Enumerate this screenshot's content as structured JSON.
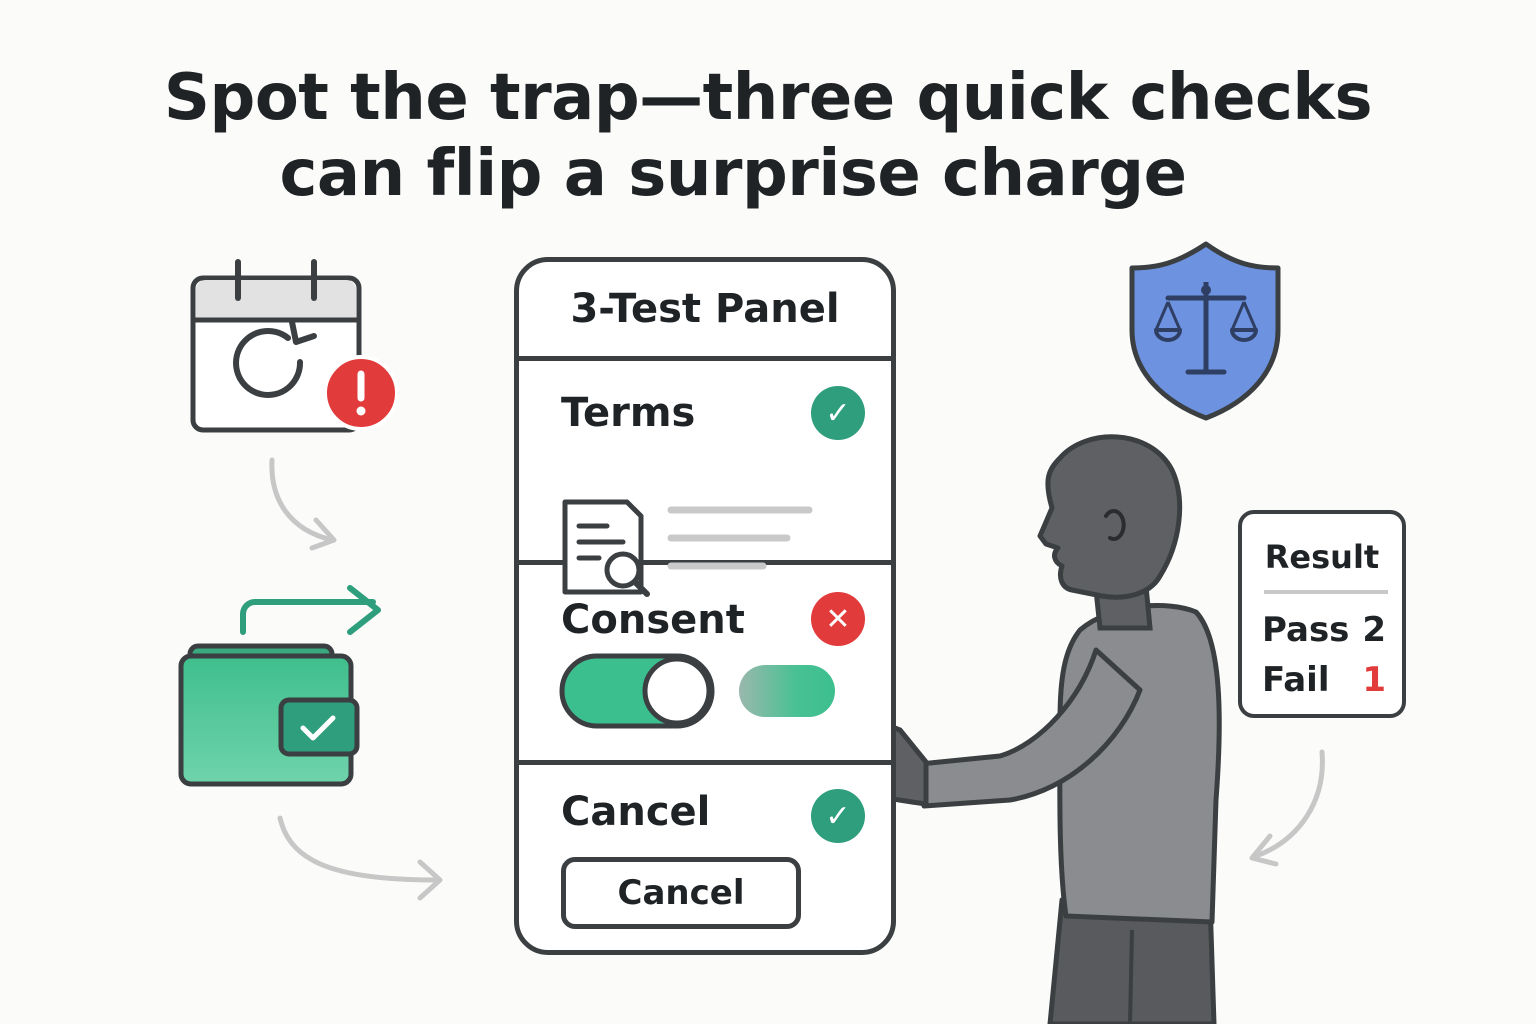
{
  "title": {
    "line1": "Spot the trap—three quick checks",
    "line2": "can flip a surprise charge"
  },
  "panel": {
    "title": "3-Test Panel",
    "sections": [
      {
        "label": "Terms",
        "status": "pass",
        "status_glyph": "✓"
      },
      {
        "label": "Consent",
        "status": "fail",
        "status_glyph": "✕"
      },
      {
        "label": "Cancel",
        "status": "pass",
        "status_glyph": "✓",
        "button_label": "Cancel"
      }
    ]
  },
  "result": {
    "title": "Result",
    "pass_label": "Pass",
    "pass_value": "2",
    "fail_label": "Fail",
    "fail_value": "1"
  },
  "colors": {
    "pass": "#2e9e7c",
    "fail": "#e23b3b",
    "toggle_on": "#3cbf8f",
    "shield": "#6d93e0",
    "wallet": "#4dc494",
    "person": "#5b5d60"
  },
  "icons": [
    "calendar-recurring-icon",
    "alert-icon",
    "wallet-icon",
    "arrow-right-icon",
    "document-search-icon",
    "toggle-switch",
    "shield-scales-icon",
    "person-figure"
  ]
}
